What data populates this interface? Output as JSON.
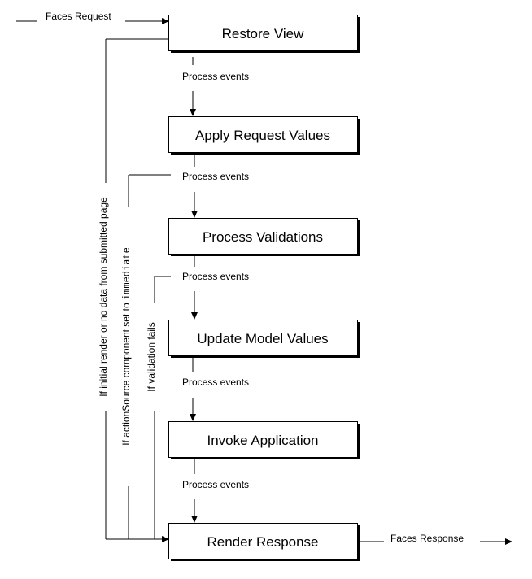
{
  "diagram": {
    "phases": {
      "restore_view": "Restore View",
      "apply_request_values": "Apply Request Values",
      "process_validations": "Process Validations",
      "update_model_values": "Update Model Values",
      "invoke_application": "Invoke Application",
      "render_response": "Render Response"
    },
    "faces_request": "Faces Request",
    "faces_response": "Faces Response",
    "process_events": "Process events",
    "bypass_labels": {
      "initial_render": "If initial render or no data from submitted page",
      "immediate_prefix": "If actionSource component set to ",
      "immediate_code": "immediate",
      "validation_fails": "If validation fails"
    },
    "colors": {
      "line": "#000000",
      "box_fill": "#ffffff",
      "box_shadow": "#000000"
    }
  }
}
